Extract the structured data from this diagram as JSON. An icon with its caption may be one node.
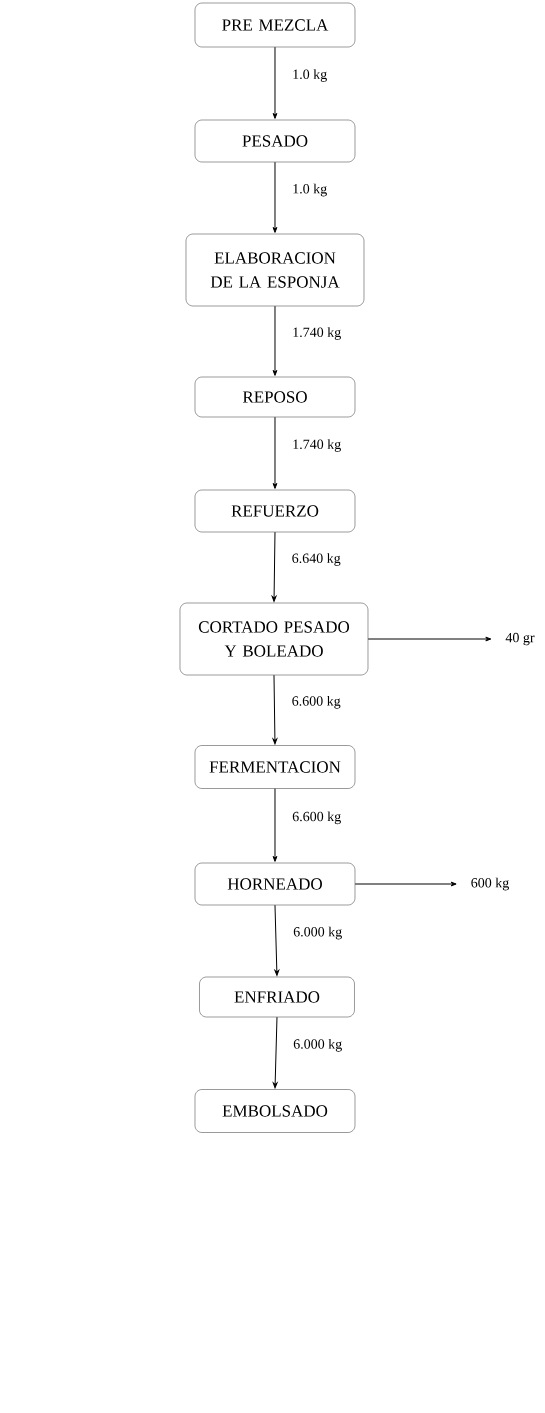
{
  "diagram": {
    "nodes": [
      {
        "text": [
          "PRE MEZCLA"
        ]
      },
      {
        "text": [
          "PESADO"
        ]
      },
      {
        "text": [
          "ELABORACION DE LA ESPONJA"
        ]
      },
      {
        "text": [
          "REPOSO"
        ]
      },
      {
        "text": [
          "REFUERZO"
        ]
      },
      {
        "text": [
          "CORTADO PESADO Y BOLEADO"
        ]
      },
      {
        "text": [
          "FERMENTACION"
        ]
      },
      {
        "text": [
          "HORNEADO"
        ]
      },
      {
        "text": [
          "ENFRIADO"
        ]
      },
      {
        "text": [
          "EMBOLSADO"
        ]
      },
      {
        "text": [
          "40 gr"
        ]
      },
      {
        "text": [
          "600 kg"
        ]
      }
    ],
    "edges": [
      {
        "from": 0,
        "to": 1,
        "arrow": "to",
        "label": "1.0 kg"
      },
      {
        "from": 1,
        "to": 2,
        "arrow": "to",
        "label": "1.0 kg"
      },
      {
        "from": 2,
        "to": 3,
        "arrow": "to",
        "label": "1.740 kg"
      },
      {
        "from": 3,
        "to": 4,
        "arrow": "to",
        "label": "1.740 kg"
      },
      {
        "from": 4,
        "to": 5,
        "arrow": "to",
        "label": "6.640 kg"
      },
      {
        "from": 5,
        "to": 6,
        "arrow": "to",
        "label": "6.600 kg"
      },
      {
        "from": 6,
        "to": 7,
        "arrow": "to",
        "label": "6.600 kg"
      },
      {
        "from": 7,
        "to": 8,
        "arrow": "to",
        "label": "6.000 kg"
      },
      {
        "from": 8,
        "to": 9,
        "arrow": "to",
        "label": "6.000 kg"
      },
      {
        "from": 5,
        "to": 10,
        "arrow": "to"
      },
      {
        "from": 7,
        "to": 11,
        "arrow": "to"
      }
    ]
  }
}
